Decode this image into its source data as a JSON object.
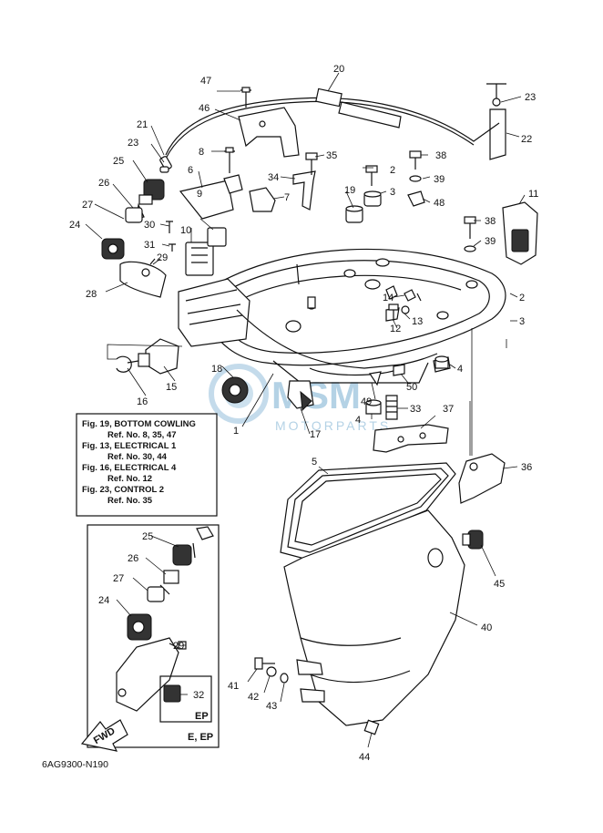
{
  "diagram": {
    "code": "6AG9300-N190",
    "watermark": {
      "brand": "MSM",
      "sub": "MOTORPARTS"
    },
    "fwd_label": "FWD",
    "inset_labels": {
      "ep": "EP",
      "e_ep": "E, EP"
    },
    "references": [
      {
        "fig": "Fig. 19, BOTTOM COWLING",
        "ref": "Ref. No. 8, 35, 47"
      },
      {
        "fig": "Fig. 13, ELECTRICAL 1",
        "ref": "Ref. No. 30, 44"
      },
      {
        "fig": "Fig. 16, ELECTRICAL 4",
        "ref": "Ref. No. 12"
      },
      {
        "fig": "Fig. 23, CONTROL 2",
        "ref": "Ref. No. 35"
      }
    ],
    "callouts": [
      "1",
      "2",
      "3",
      "4",
      "5",
      "6",
      "7",
      "8",
      "9",
      "10",
      "11",
      "12",
      "13",
      "14",
      "15",
      "16",
      "17",
      "18",
      "19",
      "20",
      "21",
      "22",
      "23",
      "24",
      "25",
      "26",
      "27",
      "28",
      "29",
      "30",
      "31",
      "32",
      "33",
      "34",
      "35",
      "36",
      "37",
      "38",
      "39",
      "40",
      "41",
      "42",
      "43",
      "44",
      "45",
      "46",
      "47",
      "48",
      "49",
      "50"
    ]
  }
}
